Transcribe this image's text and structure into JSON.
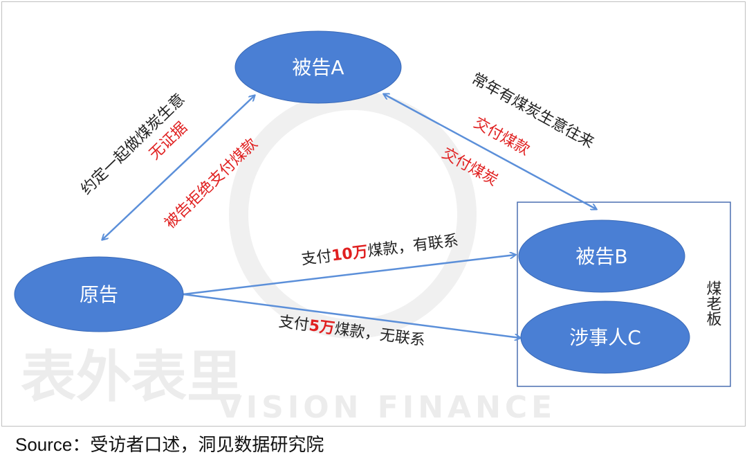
{
  "nodes": {
    "a": "被告A",
    "plaintiff": "原告",
    "b": "被告B",
    "c": "涉事人C"
  },
  "group_label": "煤老板",
  "edges": {
    "plaintiff_a": {
      "agreement": "约定一起做煤炭生意",
      "no_evidence": "无证据",
      "refused": "被告拒绝支付煤款"
    },
    "a_b": {
      "relation": "常年有煤炭生意往来",
      "pay": "交付煤款",
      "deliver": "交付煤炭"
    },
    "plaintiff_b": {
      "pre": "支付",
      "amount": "10万",
      "post": "煤款，有联系"
    },
    "plaintiff_c": {
      "pre": "支付",
      "amount": "5万",
      "post": "煤款，无联系"
    }
  },
  "watermark": {
    "cn": "表外表里",
    "en": "VISION FINANCE"
  },
  "source": "Source：受访者口述，洞见数据研究院",
  "colors": {
    "node": "#4a7fd4",
    "line": "#5b8fd9",
    "box": "#4a6fb0",
    "red": "#e02020"
  }
}
